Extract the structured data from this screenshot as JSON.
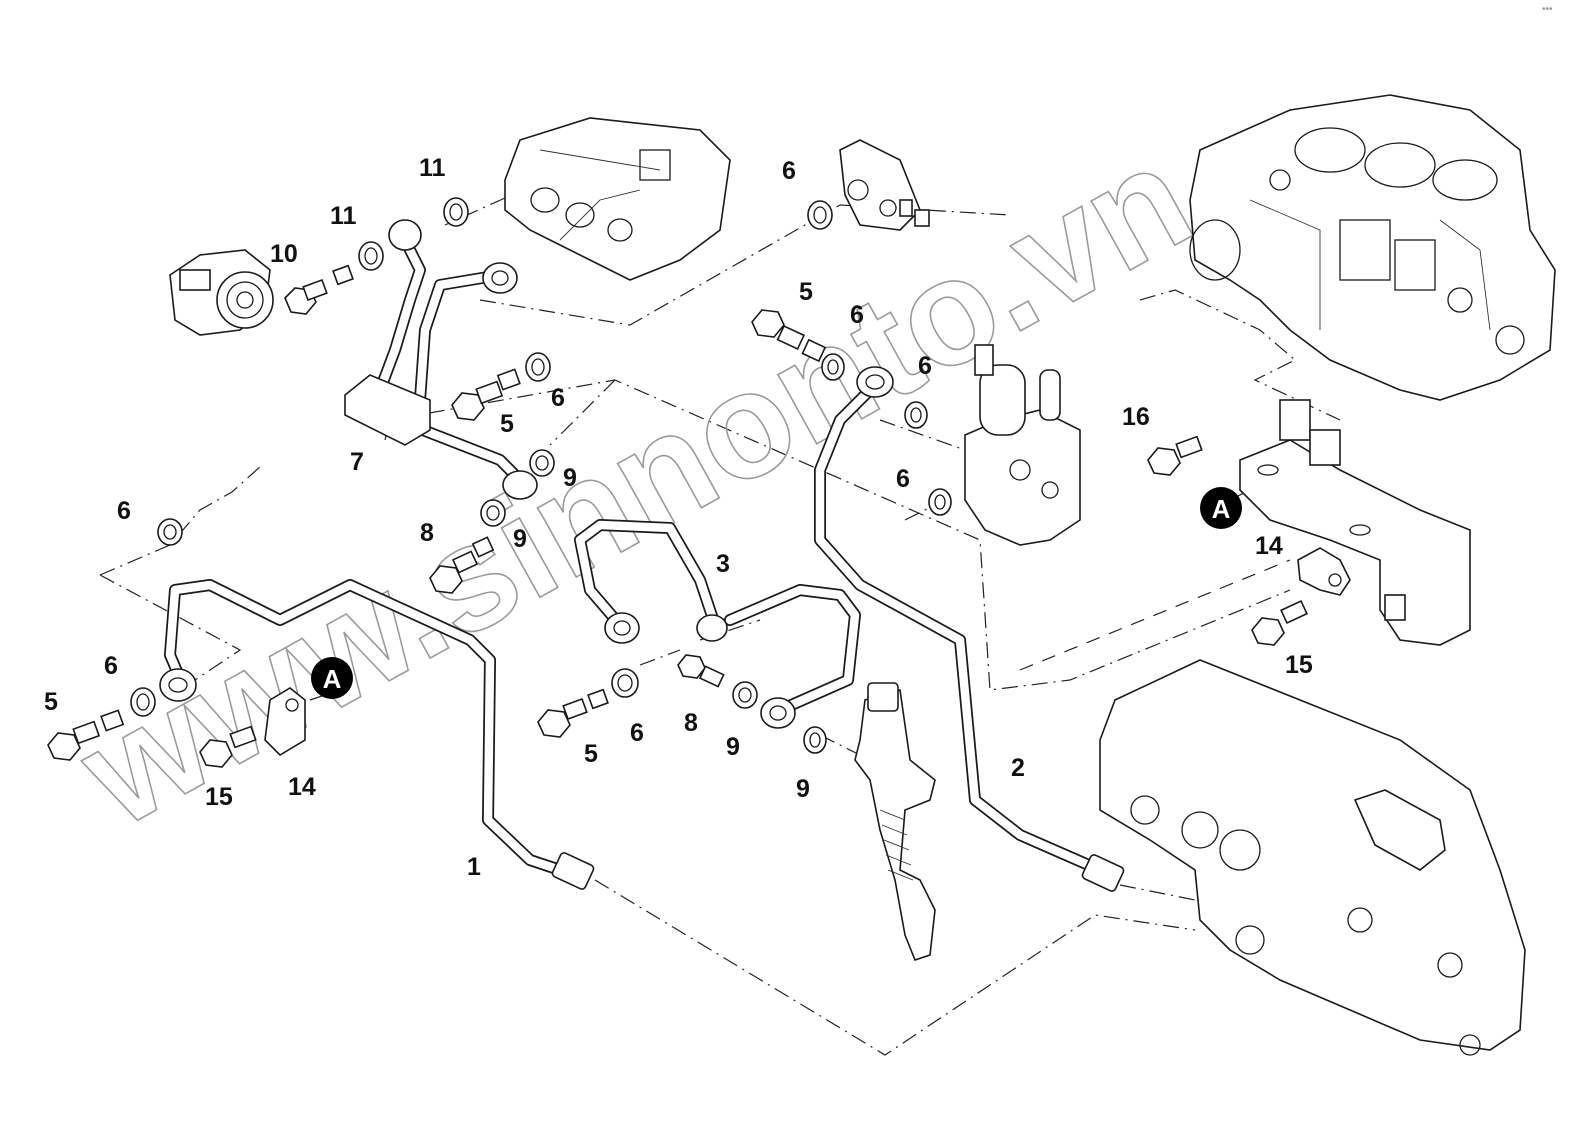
{
  "diagram": {
    "title": "Fuel injection pipes exploded parts view",
    "watermark": "www.sinnonto.vn",
    "corner_mark": "•••",
    "reference_badge": "A",
    "callouts": [
      {
        "id": "c1",
        "text": "1"
      },
      {
        "id": "c2",
        "text": "2"
      },
      {
        "id": "c3",
        "text": "3"
      },
      {
        "id": "c5a",
        "text": "5"
      },
      {
        "id": "c5b",
        "text": "5"
      },
      {
        "id": "c5c",
        "text": "5"
      },
      {
        "id": "c5d",
        "text": "5"
      },
      {
        "id": "c6a",
        "text": "6"
      },
      {
        "id": "c6b",
        "text": "6"
      },
      {
        "id": "c6c",
        "text": "6"
      },
      {
        "id": "c6d",
        "text": "6"
      },
      {
        "id": "c6e",
        "text": "6"
      },
      {
        "id": "c6f",
        "text": "6"
      },
      {
        "id": "c6g",
        "text": "6"
      },
      {
        "id": "c6h",
        "text": "6"
      },
      {
        "id": "c7",
        "text": "7"
      },
      {
        "id": "c8a",
        "text": "8"
      },
      {
        "id": "c8b",
        "text": "8"
      },
      {
        "id": "c9a",
        "text": "9"
      },
      {
        "id": "c9b",
        "text": "9"
      },
      {
        "id": "c9c",
        "text": "9"
      },
      {
        "id": "c9d",
        "text": "9"
      },
      {
        "id": "c10",
        "text": "10"
      },
      {
        "id": "c11a",
        "text": "11"
      },
      {
        "id": "c11b",
        "text": "11"
      },
      {
        "id": "c14a",
        "text": "14"
      },
      {
        "id": "c14b",
        "text": "14"
      },
      {
        "id": "c15a",
        "text": "15"
      },
      {
        "id": "c15b",
        "text": "15"
      },
      {
        "id": "c16",
        "text": "16"
      }
    ],
    "components": [
      "fuel-pipe-1",
      "fuel-pipe-2",
      "fuel-pipe-3",
      "return-pipe-7",
      "banjo-bolt-5",
      "sealing-washer-6",
      "banjo-bolt-8",
      "sealing-washer-9",
      "banjo-bolt-10",
      "sealing-washer-11",
      "pipe-clamp-14",
      "clamp-bolt-15",
      "bolt-16",
      "injection-pump",
      "fuel-filter",
      "injector",
      "cylinder-head",
      "engine-block",
      "cylinder-head-cover",
      "bracket"
    ]
  }
}
